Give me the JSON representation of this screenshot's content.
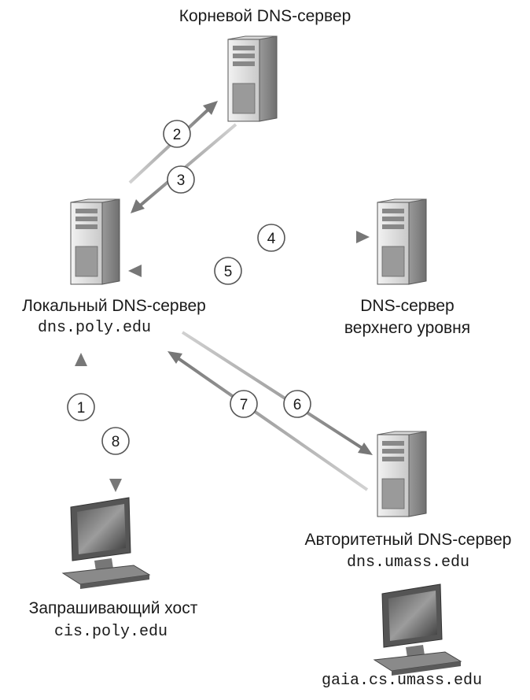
{
  "nodes": {
    "root": {
      "label": "Корневой DNS-сервер"
    },
    "local": {
      "label": "Локальный DNS-сервер",
      "host": "dns.poly.edu"
    },
    "tld": {
      "label_line1": "DNS-сервер",
      "label_line2": "верхнего уровня"
    },
    "auth": {
      "label": "Авторитетный DNS-сервер",
      "host": "dns.umass.edu"
    },
    "requester": {
      "label": "Запрашивающий хост",
      "host": "cis.poly.edu"
    },
    "target": {
      "host": "gaia.cs.umass.edu"
    }
  },
  "steps": [
    {
      "n": "1",
      "from": "requester",
      "to": "local"
    },
    {
      "n": "2",
      "from": "local",
      "to": "root"
    },
    {
      "n": "3",
      "from": "root",
      "to": "local"
    },
    {
      "n": "4",
      "from": "local",
      "to": "tld"
    },
    {
      "n": "5",
      "from": "tld",
      "to": "local"
    },
    {
      "n": "6",
      "from": "local",
      "to": "auth"
    },
    {
      "n": "7",
      "from": "auth",
      "to": "local"
    },
    {
      "n": "8",
      "from": "local",
      "to": "requester"
    }
  ],
  "colors": {
    "arrow_dark": "#7a7a7a",
    "arrow_light": "#cfcfcf",
    "circle_fill": "#ffffff",
    "circle_stroke": "#555555"
  },
  "icons": {
    "server": "server-tower-icon",
    "computer": "desktop-computer-icon"
  }
}
